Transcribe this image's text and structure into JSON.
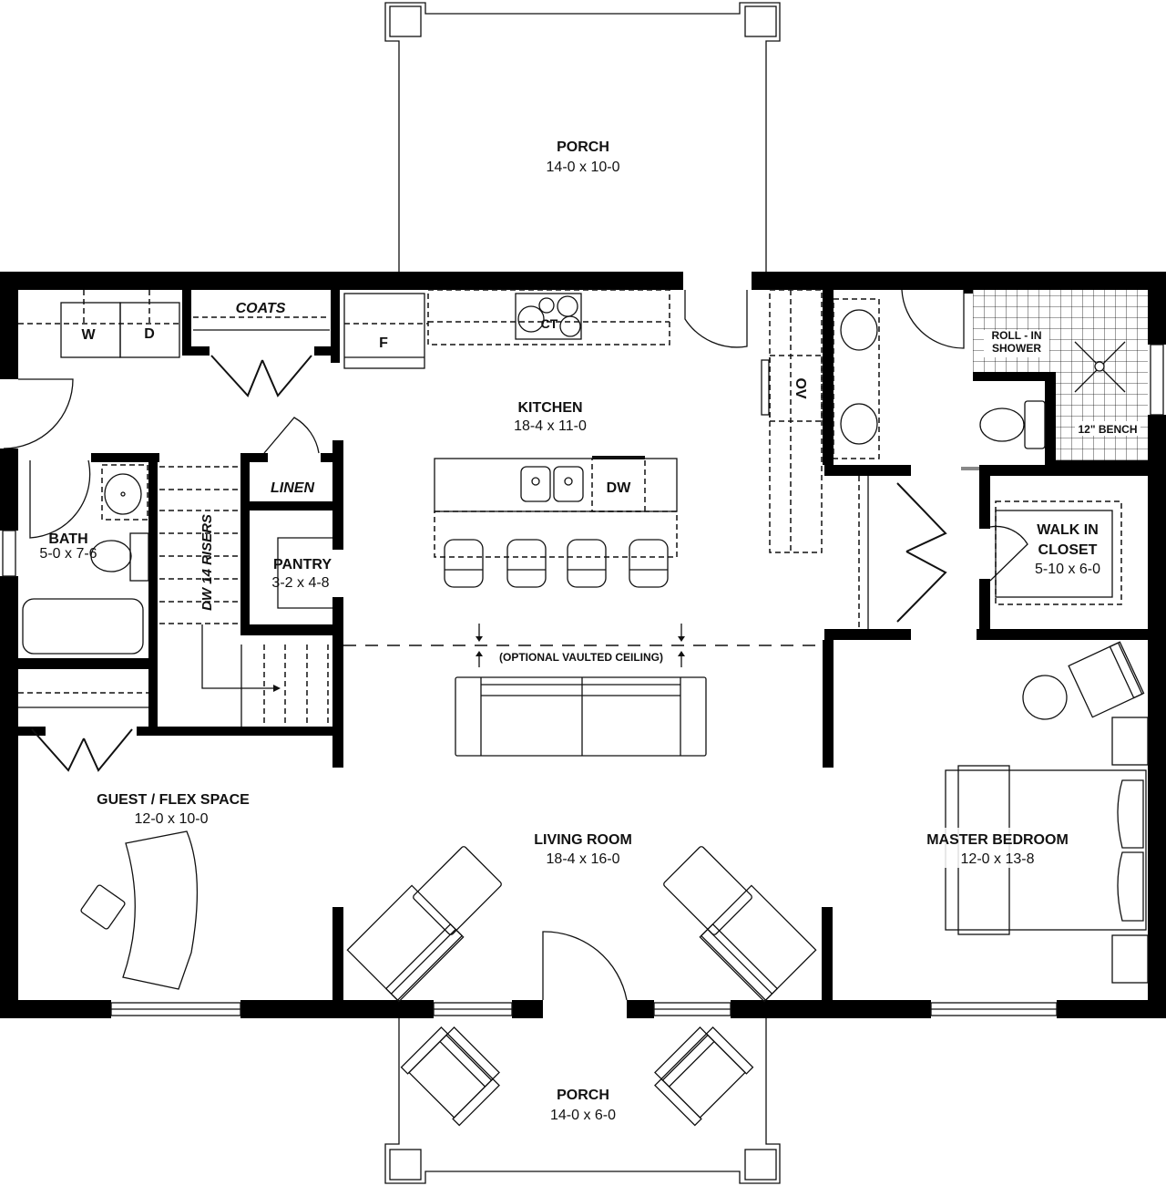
{
  "plan": {
    "rooms": {
      "porch_rear": {
        "name": "PORCH",
        "size": "14-0 x 10-0"
      },
      "kitchen": {
        "name": "KITCHEN",
        "size": "18-4 x 11-0"
      },
      "bath": {
        "name": "BATH",
        "size": "5-0 x 7-6"
      },
      "pantry": {
        "name": "PANTRY",
        "size": "3-2 x 4-8"
      },
      "walk_in_closet": {
        "name_line1": "WALK IN",
        "name_line2": "CLOSET",
        "size": "5-10 x 6-0"
      },
      "guest_flex": {
        "name": "GUEST / FLEX SPACE",
        "size": "12-0 x 10-0"
      },
      "living_room": {
        "name": "LIVING ROOM",
        "size": "18-4 x 16-0"
      },
      "master_bedroom": {
        "name": "MASTER BEDROOM",
        "size": "12-0 x 13-8"
      },
      "porch_front": {
        "name": "PORCH",
        "size": "14-0 x 6-0"
      }
    },
    "fixtures": {
      "washer": "W",
      "dryer": "D",
      "coats": "COATS",
      "linen": "LINEN",
      "fridge": "F",
      "cooktop": "CT",
      "dishwasher": "DW",
      "oven": "OV",
      "stairs": "DW 14 RISERS",
      "shower_line1": "ROLL - IN",
      "shower_line2": "SHOWER",
      "bench": "12\" BENCH"
    },
    "annotations": {
      "vaulted_ceiling": "(OPTIONAL VAULTED CEILING)"
    }
  }
}
